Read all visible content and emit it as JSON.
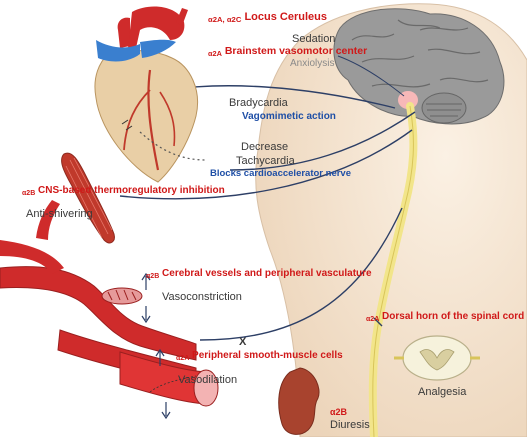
{
  "labels": {
    "locus_ceruleus_receptor": "α2A, α2C",
    "locus_ceruleus": "Locus Ceruleus",
    "sedation": "Sedation",
    "brainstem_receptor": "α2A",
    "brainstem": "Brainstem vasomotor center",
    "anxiolysis": "Anxiolysis",
    "bradycardia": "Bradycardia",
    "vagomimetic": "Vagomimetic action",
    "decrease": "Decrease",
    "tachycardia": "Tachycardia",
    "cardioaccelerator": "Blocks cardioaccelerator nerve",
    "thermo_receptor": "α2B",
    "thermo": "CNS-based thermoregulatory inhibition",
    "anti_shivering": "Anti-shivering",
    "vessels_receptor": "α2B",
    "vessels": "Cerebral vessels and peripheral vasculature",
    "vasoconstriction": "Vasoconstriction",
    "dorsal_receptor": "α2A",
    "dorsal": "Dorsal horn of the spinal cord",
    "x_mark": "X",
    "smooth_receptor": "α2A",
    "smooth": "Peripheral smooth-muscle cells",
    "vasodilation": "Vasodilation",
    "analgesia": "Analgesia",
    "diuresis_receptor": "α2B",
    "diuresis": "Diuresis"
  },
  "colors": {
    "receptor_red": "#d01919",
    "effect_blue": "#1f4fa6",
    "artery_red": "#cf2b2b",
    "vein_blue": "#3a7fcf",
    "skin": "#f7e7d4",
    "nerve_yellow": "#f2e58a"
  },
  "icons": [
    "heart-illustration",
    "brain-illustration",
    "muscle-illustration",
    "artery-illustration",
    "kidney-illustration",
    "spinal-cord-illustration"
  ]
}
